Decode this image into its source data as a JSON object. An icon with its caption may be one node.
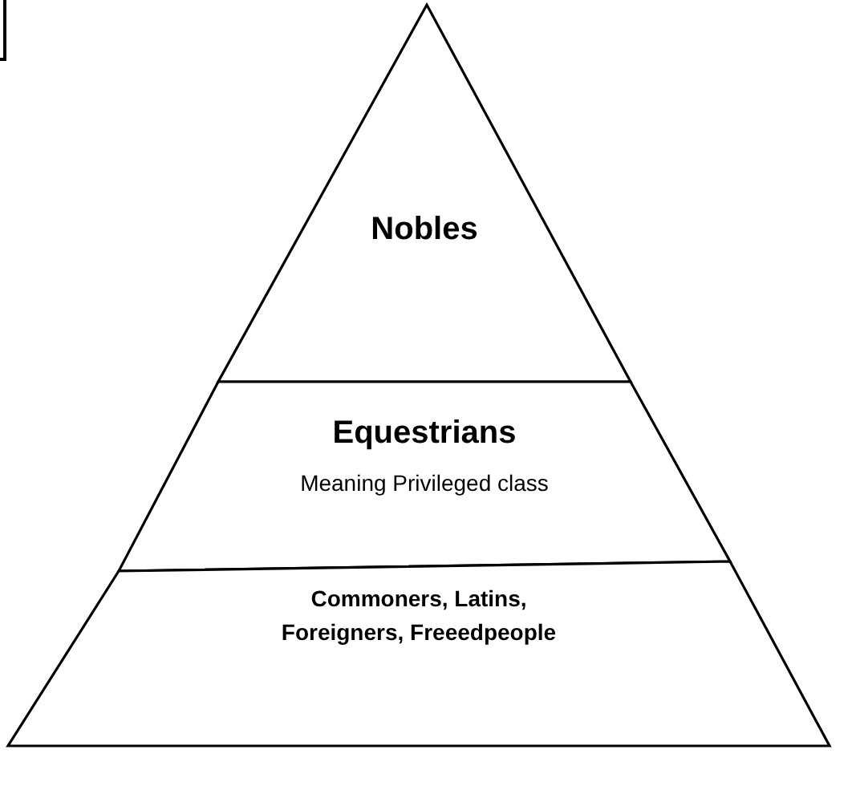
{
  "diagram": {
    "nodes": [
      {
        "text": [
          "Nobles"
        ]
      },
      {
        "text": [
          "Equestrians",
          "Meaning Privileged class"
        ]
      },
      {
        "text": [
          "Commoners, Latins, Foreigners, Freeedpeople"
        ]
      }
    ]
  }
}
